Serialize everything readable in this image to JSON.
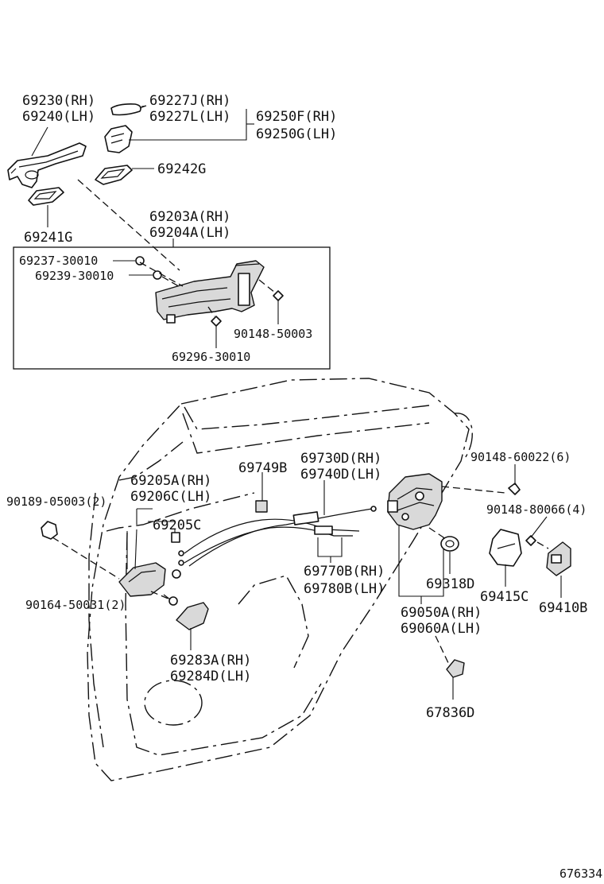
{
  "diagram": {
    "labels": {
      "l69230": "69230(RH)",
      "l69240": "69240(LH)",
      "l69227J": "69227J(RH)",
      "l69227L": "69227L(LH)",
      "l69250F": "69250F(RH)",
      "l69250G": "69250G(LH)",
      "l69242G": "69242G",
      "l69241G": "69241G",
      "l69203A": "69203A(RH)",
      "l69204A": "69204A(LH)",
      "l69237": "69237-30010",
      "l69239": "69239-30010",
      "l90148_50003": "90148-50003",
      "l69296": "69296-30010",
      "l69749B": "69749B",
      "l69730D": "69730D(RH)",
      "l69740D": "69740D(LH)",
      "l90148_60022": "90148-60022(6)",
      "l69205A": "69205A(RH)",
      "l69206C": "69206C(LH)",
      "l90189": "90189-05003(2)",
      "l69205C": "69205C",
      "l90148_80066": "90148-80066(4)",
      "l69770B": "69770B(RH)",
      "l69780B": "69780B(LH)",
      "l69318D": "69318D",
      "l90164": "90164-50031(2)",
      "l69415C": "69415C",
      "l69410B": "69410B",
      "l69050A": "69050A(RH)",
      "l69060A": "69060A(LH)",
      "l69283A": "69283A(RH)",
      "l69284D": "69284D(LH)",
      "l67836D": "67836D",
      "figure_no": "676334"
    }
  }
}
